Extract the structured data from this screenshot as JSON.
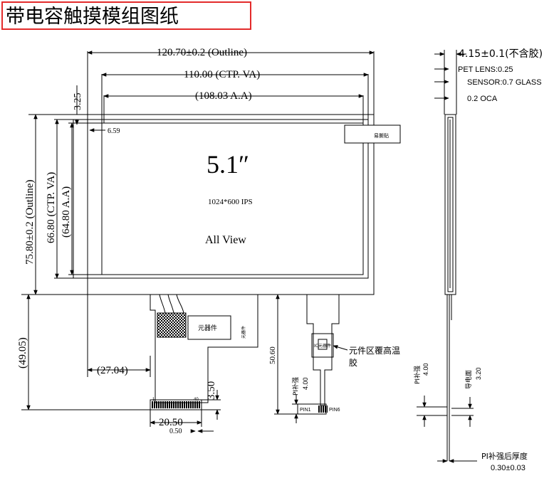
{
  "title": "带电容触摸模组图纸",
  "front": {
    "dim_outline_w": "120.70±0.2 (Outline)",
    "dim_ctp_va_w": "110.00 (CTP. VA)",
    "dim_aa_w": "(108.03 A.A)",
    "dim_top_gap": "3.25",
    "dim_side_gap": "6.59",
    "dim_outline_h": "75.80±0.2 (Outline)",
    "dim_ctp_va_h": "66.80 (CTP. VA)",
    "dim_aa_h": "(64.80 A.A)",
    "size": "5.1″",
    "resolution": "1024*600 IPS",
    "view": "All View",
    "tape_label": "易撕贴",
    "component_label": "元器件",
    "small_label": "元器件",
    "dim_fpc_len": "(49.05)",
    "dim_fpc_offset": "(27.04)",
    "dim_pin_h": "3.50",
    "dim_fpc_w": "20.50",
    "dim_pitch": "0.50",
    "pin_first": "1",
    "pin_last": "40",
    "dim_ctp_fpc_len": "50.60",
    "ic_label": "IC元器件",
    "ic_note": "元件区覆高温胶",
    "pi_label": "PI补强",
    "pi_value": "4.00",
    "pin1": "PIN1",
    "pin6": "PIN6"
  },
  "side": {
    "dim_thickness": "4.15±0.1(不含胶)",
    "pet_lens": "PET LENS:0.25",
    "sensor": "SENSOR:0.7 GLASS",
    "oca": "0.2 OCA",
    "pi_label": "PI补强",
    "pi_value": "4.00",
    "conductor_label": "导电面",
    "conductor_value": "3.20",
    "pi_thickness_label": "PI补强后厚度",
    "pi_thickness_value": "0.30±0.03"
  }
}
